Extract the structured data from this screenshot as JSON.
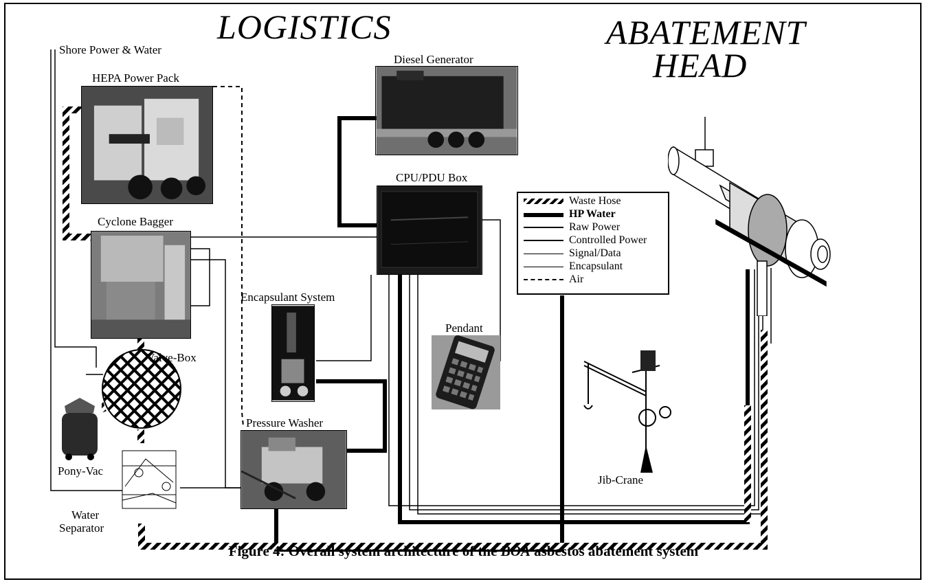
{
  "diagram": {
    "section_titles": {
      "logistics": "LOGISTICS",
      "abatement_line1": "ABATEMENT",
      "abatement_line2": "HEAD"
    },
    "labels": {
      "shore_power": "Shore Power & Water",
      "hepa": "HEPA Power Pack",
      "diesel": "Diesel Generator",
      "cpu_pdu": "CPU/PDU Box",
      "cyclone": "Cyclone Bagger",
      "encapsulant_system": "Encapsulant System",
      "valve_box": "Valve-Box",
      "pendant": "Pendant",
      "pony_vac": "Pony-Vac",
      "pressure_washer": "Pressure Washer",
      "water_sep_line1": "Water",
      "water_sep_line2": "Separator",
      "jib_crane": "Jib-Crane"
    },
    "legend": [
      {
        "style": "waste-hose",
        "label": "Waste Hose"
      },
      {
        "style": "hp-water",
        "label": "HP Water"
      },
      {
        "style": "raw-power",
        "label": "Raw Power"
      },
      {
        "style": "controlled-power",
        "label": "Controlled Power"
      },
      {
        "style": "signal-data",
        "label": "Signal/Data"
      },
      {
        "style": "encapsulant",
        "label": "Encapsulant"
      },
      {
        "style": "air",
        "label": "Air"
      }
    ],
    "caption": {
      "prefix": "Figure 4: Overall system architecture of the ",
      "emphasis": "BOA",
      "suffix": " asbestos abatement system"
    }
  }
}
